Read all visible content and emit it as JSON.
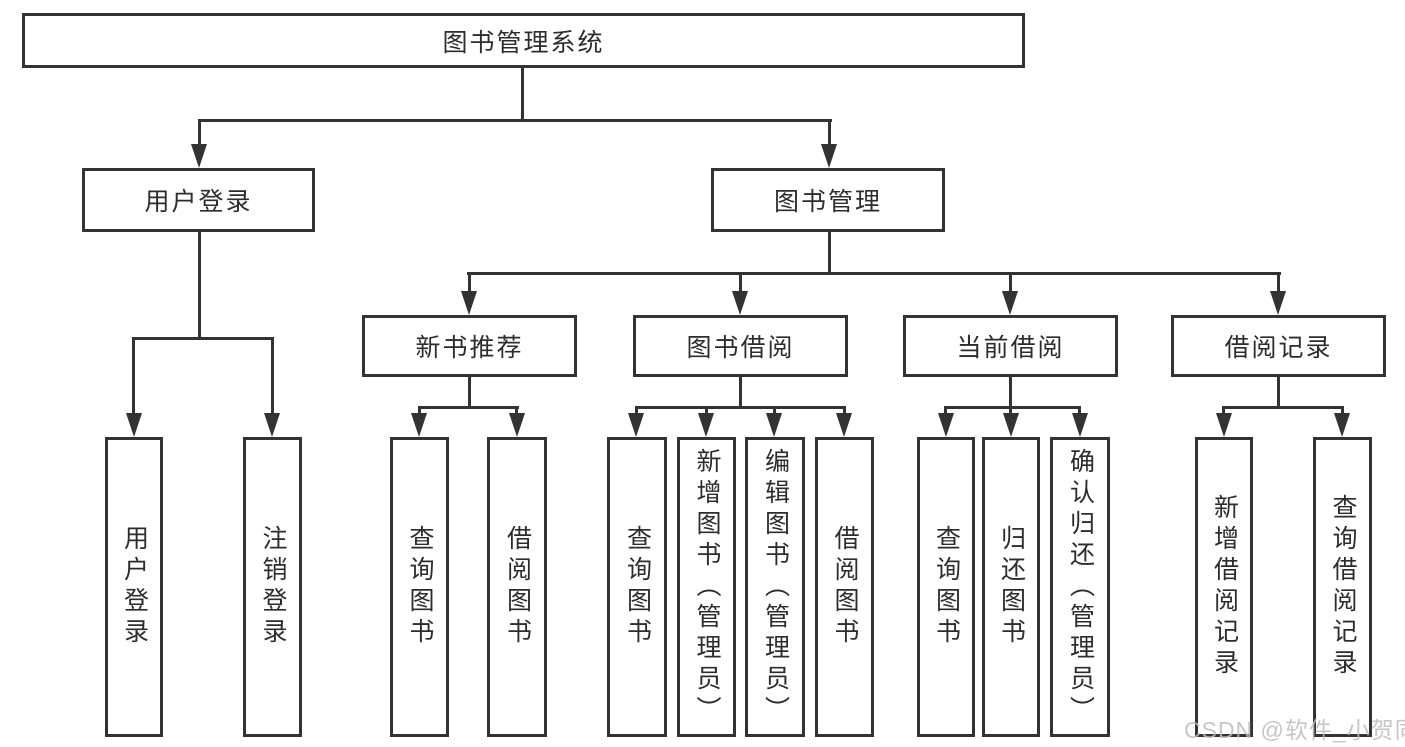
{
  "diagram": {
    "root": {
      "label": "图书管理系统"
    },
    "level2": [
      {
        "label": "用户登录",
        "leaves": [
          "用户登录",
          "注销登录"
        ]
      },
      {
        "label": "图书管理",
        "level3": [
          {
            "label": "新书推荐",
            "leaves": [
              "查询图书",
              "借阅图书"
            ]
          },
          {
            "label": "图书借阅",
            "leaves": [
              "查询图书",
              "新增图书（管理员）",
              "编辑图书（管理员）",
              "借阅图书"
            ]
          },
          {
            "label": "当前借阅",
            "leaves": [
              "查询图书",
              "归还图书",
              "确认归还（管理员）"
            ]
          },
          {
            "label": "借阅记录",
            "leaves": [
              "新增借阅记录",
              "查询借阅记录"
            ]
          }
        ]
      }
    ]
  },
  "watermark": {
    "text": "CSDN @软件_小贺同学"
  },
  "colors": {
    "line": "#333333",
    "text": "#2d2d2d",
    "box_background": "#ffffff",
    "watermark": "#bdbdbd"
  }
}
